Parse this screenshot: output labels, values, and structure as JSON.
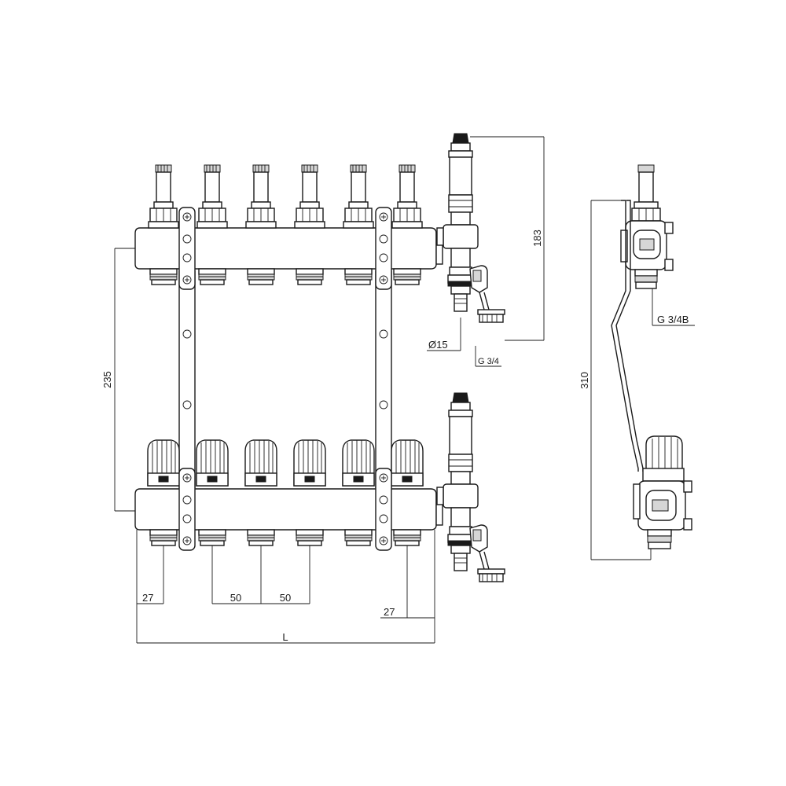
{
  "dimensions": {
    "vertical_spacing": "235",
    "valve_height": "183",
    "outlet_diameter": "Ø15",
    "drain_thread": "G 3/4",
    "side_total_height": "310",
    "side_thread": "G 3/4B",
    "edge_left": "27",
    "edge_right": "27",
    "pitch_1": "50",
    "pitch_2": "50",
    "overall_length": "L"
  },
  "components": {
    "outlets_per_bar": 6,
    "top_bar": "flow meters",
    "bottom_bar": "valve caps"
  }
}
